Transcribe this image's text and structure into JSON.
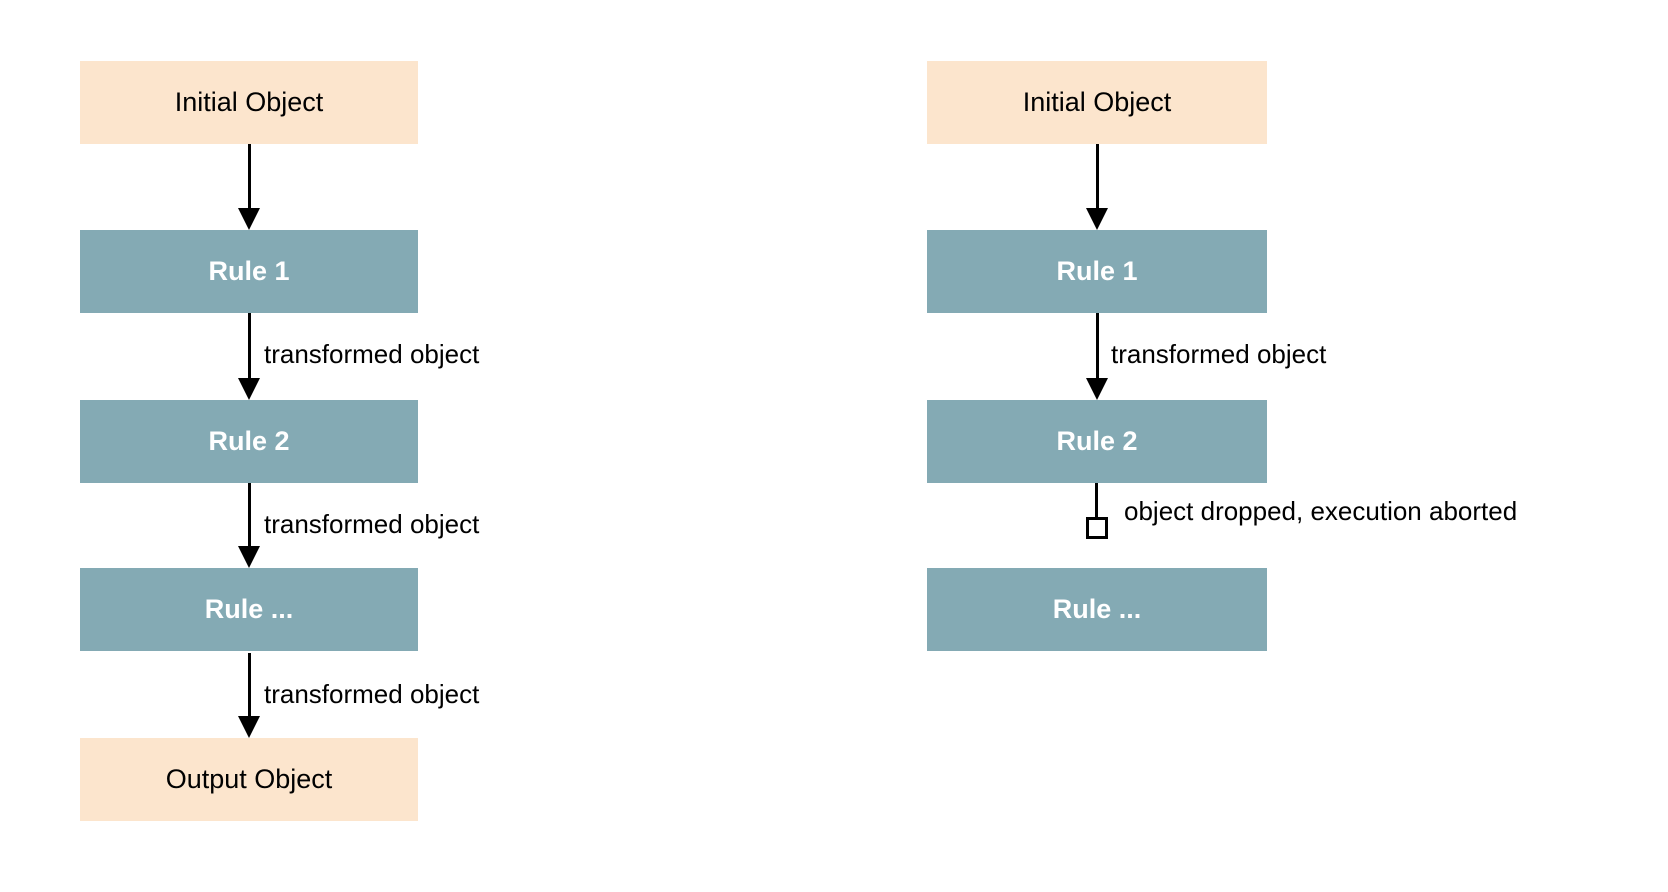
{
  "colors": {
    "background": "#FFFFFF",
    "object_box_fill": "#FCE5CD",
    "object_box_text": "#000000",
    "rule_box_fill": "#84AAB4",
    "rule_box_text": "#FFFFFF",
    "connector": "#000000"
  },
  "left_flow": {
    "nodes": [
      {
        "label": "Initial Object",
        "type": "object"
      },
      {
        "label": "Rule 1",
        "type": "rule"
      },
      {
        "label": "Rule 2",
        "type": "rule"
      },
      {
        "label": "Rule ...",
        "type": "rule"
      },
      {
        "label": "Output Object",
        "type": "object"
      }
    ],
    "edges": [
      {
        "label": ""
      },
      {
        "label": "transformed object"
      },
      {
        "label": "transformed object"
      },
      {
        "label": "transformed object"
      }
    ]
  },
  "right_flow": {
    "nodes": [
      {
        "label": "Initial Object",
        "type": "object"
      },
      {
        "label": "Rule 1",
        "type": "rule"
      },
      {
        "label": "Rule 2",
        "type": "rule"
      },
      {
        "label": "Rule ...",
        "type": "rule"
      }
    ],
    "edges": [
      {
        "label": ""
      },
      {
        "label": "transformed object"
      },
      {
        "label": "object dropped, execution aborted",
        "terminator": "open-square"
      }
    ]
  }
}
